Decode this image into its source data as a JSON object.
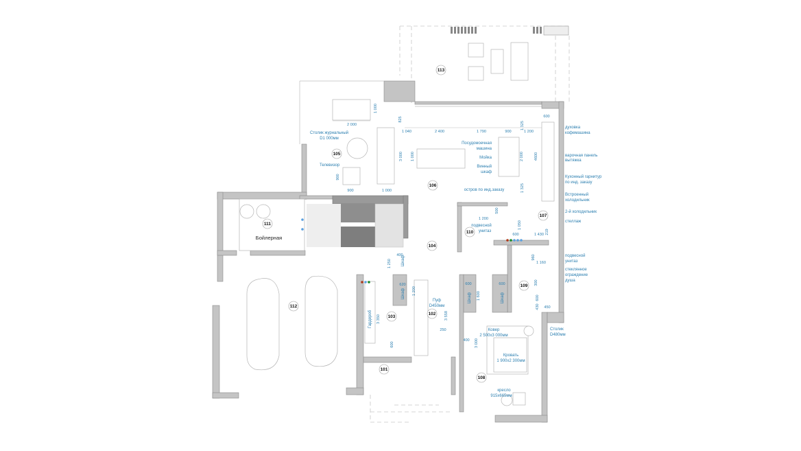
{
  "plan": {
    "rooms": [
      "113",
      "105",
      "106",
      "111",
      "104",
      "110",
      "107",
      "112",
      "103",
      "102",
      "109",
      "101",
      "108"
    ],
    "boiler_label": "Бойлерная",
    "labels": {
      "coffee_table_1": "Столик журнальный",
      "coffee_table_2": "D1 000мм",
      "tv": "Телевизор",
      "dishwasher_1": "Посудомоечная",
      "dishwasher_2": "машина",
      "sink": "Мойка",
      "wine_1": "Винный",
      "wine_2": "шкаф",
      "island": "остров по инд.заказу",
      "oven_1": "духовка",
      "oven_2": "кофемашина",
      "hob_1": "варочная панель",
      "hob_2": "вытяжка",
      "kitchen_1": "Кухонный гарнитур",
      "kitchen_2": "по инд. заказу",
      "fridge_1": "Встроенный",
      "fridge_2": "холодильник",
      "fridge2": "2-й холодильник",
      "shelf": "стеллаж",
      "wc110_1": "подвесной",
      "wc110_2": "унитаз",
      "wc109_1": "подвесной",
      "wc109_2": "унитаз",
      "shower_1": "стеклянное",
      "shower_2": "ограждение",
      "shower_3": "душа",
      "pouf_1": "Пуф",
      "pouf_2": "D450мм",
      "side_1": "Столик",
      "side_2": "D480мм",
      "rug_1": "Ковер",
      "rug_2": "2 500x3 000мм",
      "bed_1": "Кровать",
      "bed_2": "1 900x2 300мм",
      "chair_1": "кресло",
      "chair_2": "915x665мм",
      "wardrobe": "Гардероб",
      "closet": "Шкаф"
    },
    "dims": {
      "d2000a": "2 000",
      "d1000a": "1 000",
      "d825": "825",
      "d1040": "1 040",
      "d2400": "2 400",
      "d1790": "1 790",
      "d900a": "900",
      "d1200a": "1 200",
      "d1325a": "1 325",
      "d600a": "600",
      "d4600": "4600",
      "d2000b": "2 000",
      "d1000b": "1 000",
      "d3000a": "3 000",
      "d900b": "900",
      "d900c": "900",
      "d1000c": "1 000",
      "d1325b": "1 325",
      "d1200b": "1 200",
      "d500": "500",
      "d1050": "1 050",
      "d600b": "600",
      "d1430": "1 430",
      "d219": "219",
      "d960": "960",
      "d1160": "1 160",
      "d300": "300",
      "d600c": "600",
      "d430": "430",
      "d450": "450",
      "d1250": "1 250",
      "d400a": "400",
      "d620": "620",
      "d1200c": "1 200",
      "d600d": "600",
      "d1600": "1 600",
      "d600e": "600",
      "d3558": "3 558",
      "d250": "250",
      "d3350": "3 350",
      "d600f": "600",
      "d400b": "400",
      "d3000b": "3 000"
    },
    "colors": {
      "label": "#2c7fb0",
      "wall": "#c4c4c4"
    }
  }
}
